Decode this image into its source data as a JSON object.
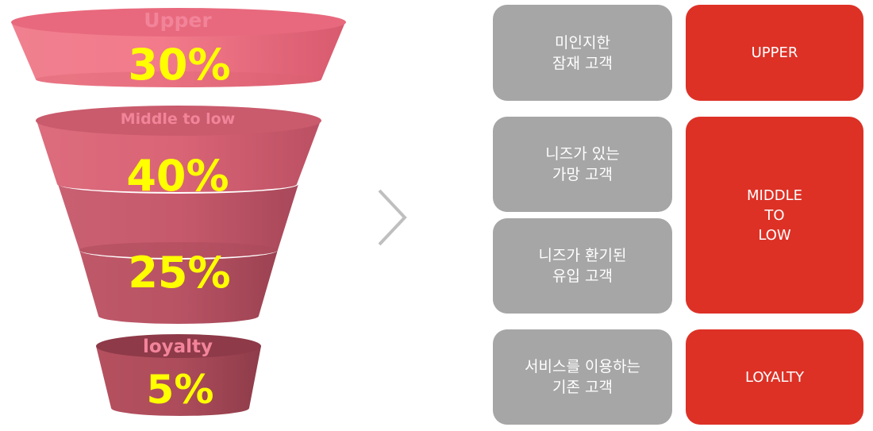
{
  "funnel": {
    "stages": [
      {
        "label": "Upper",
        "percent": "30%"
      },
      {
        "label": "Middle to low",
        "percent": "40%"
      },
      {
        "label": "",
        "percent": "25%"
      },
      {
        "label": "loyalty",
        "percent": "5%"
      }
    ]
  },
  "arrow_icon": "chevron-right-icon",
  "segments": [
    {
      "text": "미인지한\n잠재 고객"
    },
    {
      "text": "니즈가 있는\n가망 고객"
    },
    {
      "text": "니즈가 환기된\n유입 고객"
    },
    {
      "text": "서비스를 이용하는\n기존 고객"
    }
  ],
  "stages_labels": [
    {
      "text": "UPPER"
    },
    {
      "text": "MIDDLE\nTO\nLOW"
    },
    {
      "text": "LOYALTY"
    }
  ],
  "colors": {
    "funnel_top": "#ee6e80",
    "funnel_dark": "#b04f5f",
    "percent": "#ffff00",
    "stage_label": "#f2849a",
    "gray_box": "#a6a6a6",
    "red_box": "#dd3126"
  }
}
